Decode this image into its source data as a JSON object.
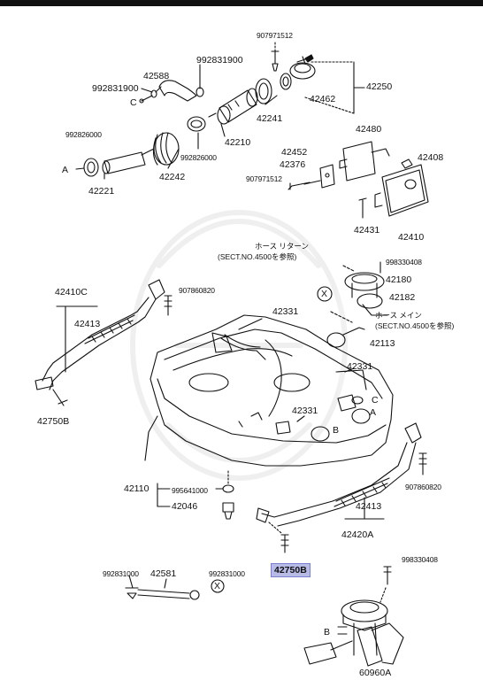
{
  "labels": {
    "p907971512a": "907971512",
    "p992831900a": "992831900",
    "p42588": "42588",
    "p992831900b": "992831900",
    "markerC1": "C",
    "p42250": "42250",
    "p42462": "42462",
    "p42241": "42241",
    "p42210": "42210",
    "p992826000a": "992826000",
    "markerA1": "A",
    "p42221": "42221",
    "p42242": "42242",
    "p992826000b": "992826000",
    "p42480": "42480",
    "p42452": "42452",
    "p42376": "42376",
    "p907971512b": "907971512",
    "p42408": "42408",
    "p42431": "42431",
    "p42410": "42410",
    "returnHose": "ホース リターン",
    "returnSect": "(SECT.NO.4500を参照)",
    "p998330408a": "998330408",
    "p42180": "42180",
    "p42182": "42182",
    "markerX1": "X",
    "mainHose": "ホース メイン",
    "mainSect": "(SECT.NO.4500を参照)",
    "p42410C": "42410C",
    "p907860820a": "907860820",
    "p42413a": "42413",
    "p42331a": "42331",
    "p42113": "42113",
    "p42331b": "42331",
    "markerC2": "C",
    "p42331c": "42331",
    "markerA2": "A",
    "markerB1": "B",
    "p42750Ba": "42750B",
    "p42110": "42110",
    "p995641000": "995641000",
    "p42046": "42046",
    "p907860820b": "907860820",
    "p42413b": "42413",
    "p42420A": "42420A",
    "p42750Bb": "42750B",
    "p998330408b": "998330408",
    "p992831000": "992831000",
    "p42581": "42581",
    "p992831000b": "992831000",
    "markerX2": "X",
    "markerB2": "B",
    "p60960A": "60960A"
  }
}
